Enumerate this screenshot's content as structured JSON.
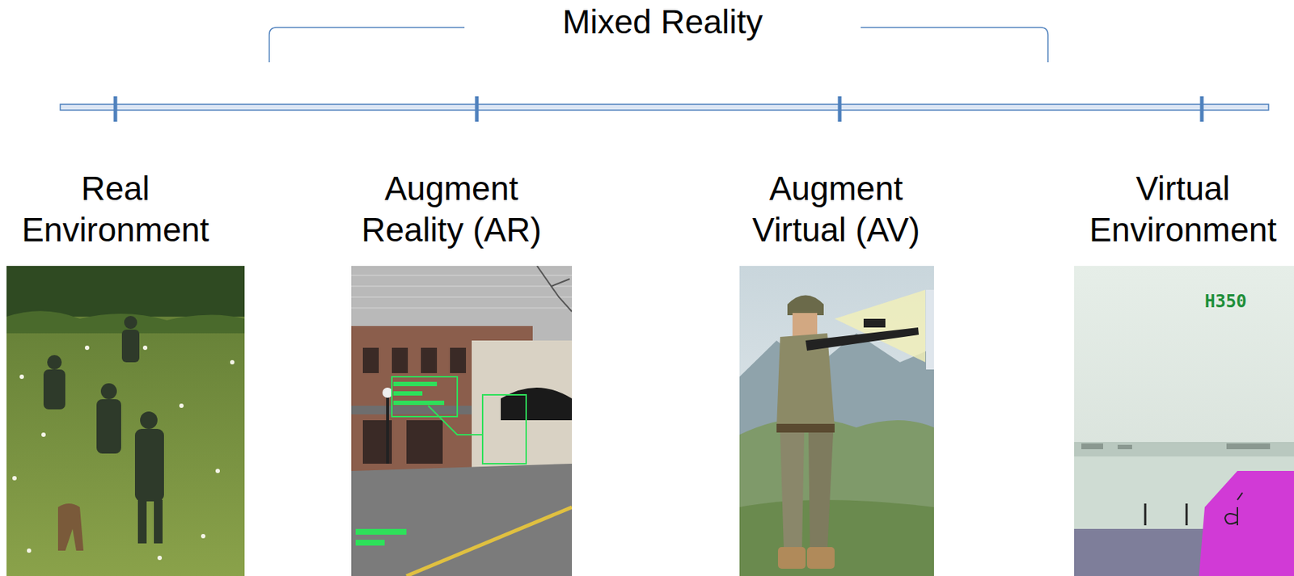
{
  "diagram": {
    "labels": [
      "Mixed Reality",
      "Real Environment",
      "Augment Reality (AR)",
      "Augment Virtual (AV)",
      "Virtual Environment",
      "H350"
    ]
  }
}
